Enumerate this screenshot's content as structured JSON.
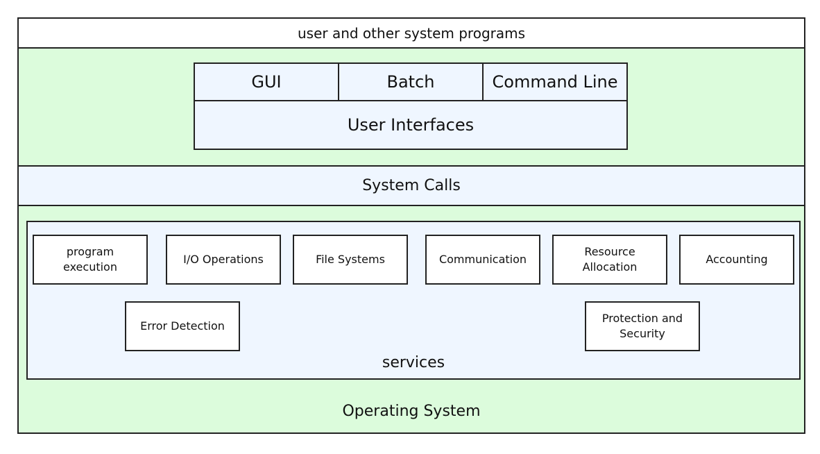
{
  "top_layer": {
    "label": "user and other system programs"
  },
  "user_interfaces": {
    "label": "User Interfaces",
    "items": [
      "GUI",
      "Batch",
      "Command Line"
    ]
  },
  "system_calls": {
    "label": "System Calls"
  },
  "services": {
    "label": "services",
    "row1": [
      "program\nexecution",
      "I/O Operations",
      "File Systems",
      "Communication",
      "Resource\nAllocation",
      "Accounting"
    ],
    "row2": [
      "Error Detection",
      "Protection and\nSecurity"
    ]
  },
  "operating_system": {
    "label": "Operating System"
  },
  "colors": {
    "os_background": "#dcfcdc",
    "interface_background": "#eff6ff",
    "border": "#222222"
  }
}
